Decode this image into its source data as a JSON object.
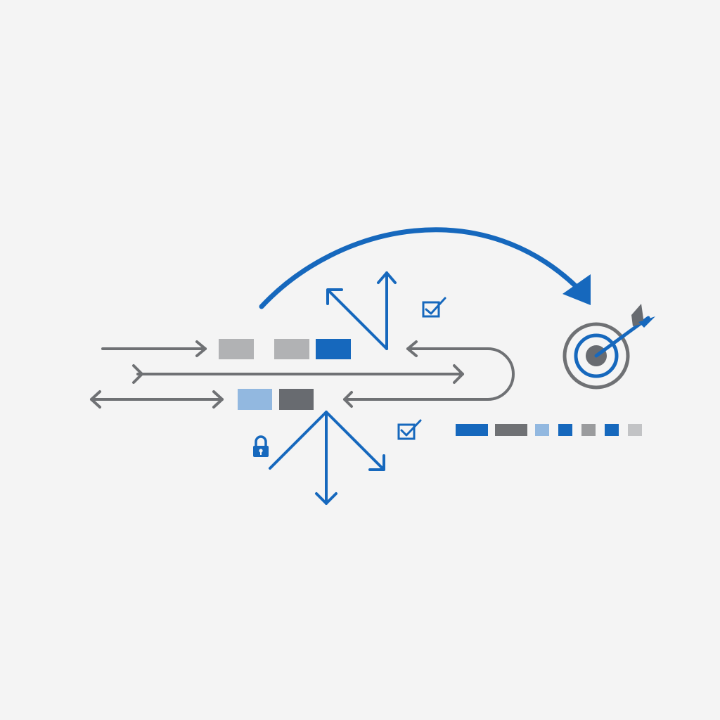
{
  "colors": {
    "background": "#f4f4f4",
    "blue": "#1668bd",
    "light_blue": "#92b8e0",
    "gray": "#6f7174",
    "light_gray": "#b1b2b4",
    "dark_gray": "#686b70",
    "pale_gray": "#c2c3c5"
  },
  "icons": {
    "target": "bullseye-target-icon",
    "arrow_in_target": "dart-arrow-icon",
    "checkbox": "checkbox-checked-icon",
    "lock": "padlock-icon"
  },
  "block_rows": {
    "upper": [
      "light_gray",
      "light_gray",
      "blue"
    ],
    "middle": [
      "light_blue",
      "dark_gray"
    ],
    "right_sequence": [
      "blue",
      "gray",
      "light_blue",
      "blue",
      "gray",
      "blue",
      "pale_gray"
    ]
  }
}
